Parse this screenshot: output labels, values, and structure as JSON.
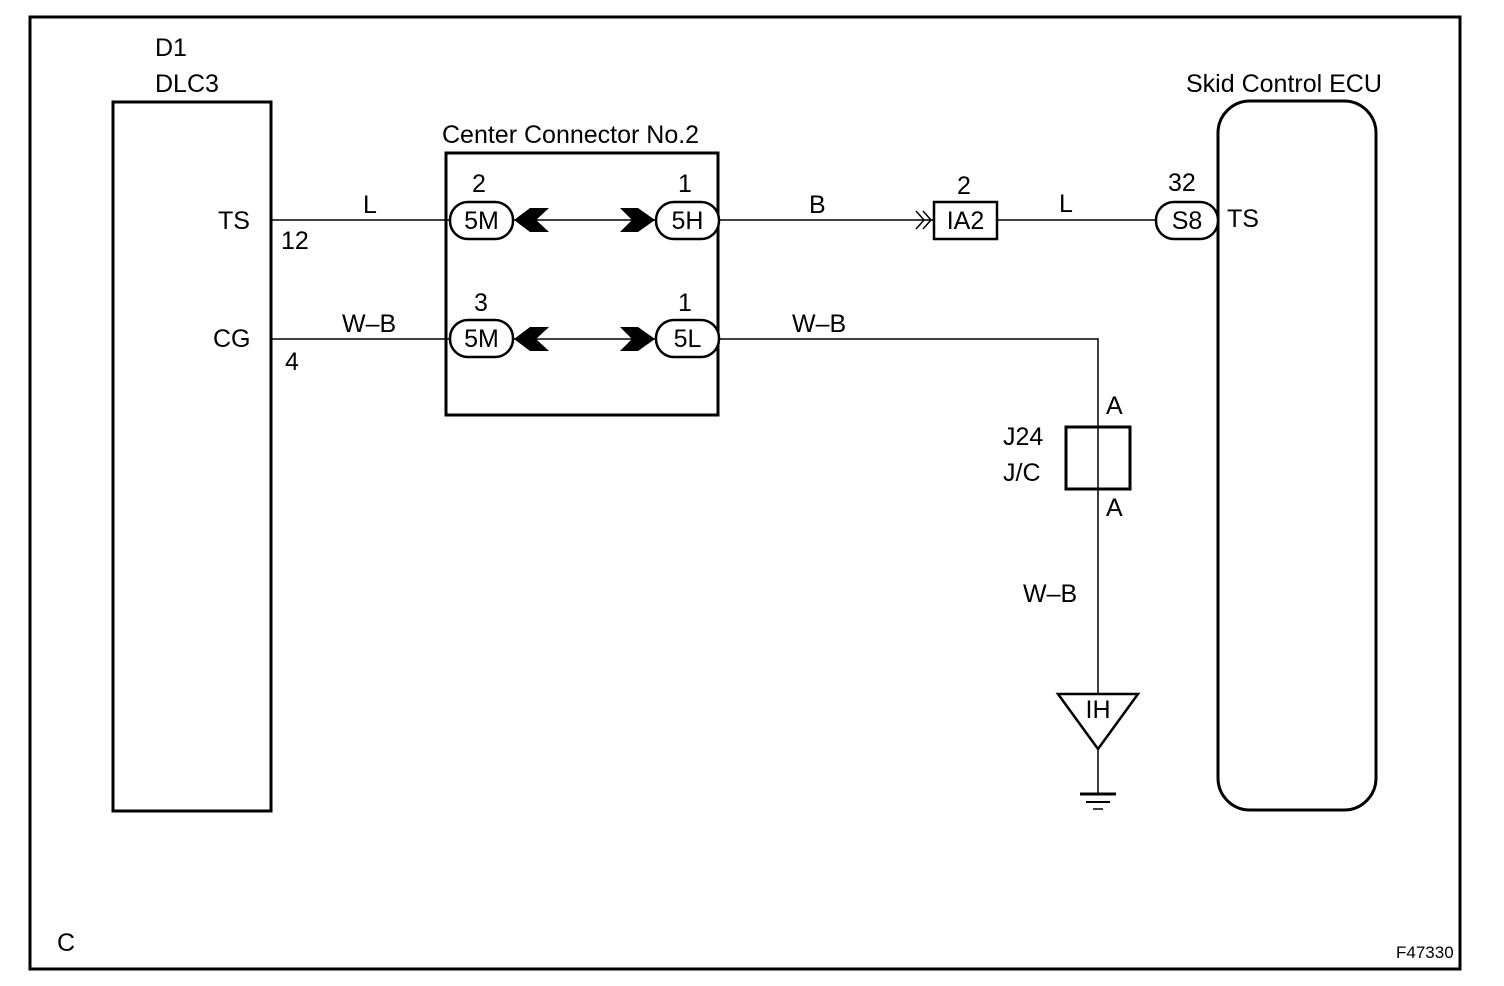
{
  "components": {
    "dlc3": {
      "code": "D1",
      "name": "DLC3",
      "pins": [
        {
          "label": "TS",
          "number": "12"
        },
        {
          "label": "CG",
          "number": "4"
        }
      ]
    },
    "center_connector": {
      "name": "Center Connector No.2",
      "row1": {
        "left_pin": "2",
        "left_conn": "5M",
        "right_pin": "1",
        "right_conn": "5H"
      },
      "row2": {
        "left_pin": "3",
        "left_conn": "5M",
        "right_pin": "1",
        "right_conn": "5L"
      }
    },
    "ia2": {
      "pin": "2",
      "label": "IA2"
    },
    "skid_ecu": {
      "name": "Skid Control ECU",
      "pin": "32",
      "conn": "S8",
      "terminal": "TS"
    },
    "jc": {
      "code": "J24",
      "name": "J/C",
      "top": "A",
      "bottom": "A"
    },
    "ground": {
      "label": "IH"
    }
  },
  "wires": {
    "ts_dlc_to_cc": "L",
    "cc_to_ia2": "B",
    "ia2_to_ecu": "L",
    "cg_dlc_to_cc": "W–B",
    "cc_to_jc": "W–B",
    "jc_to_ground": "W–B"
  },
  "corner_letter": "C",
  "figure_id": "F47330"
}
